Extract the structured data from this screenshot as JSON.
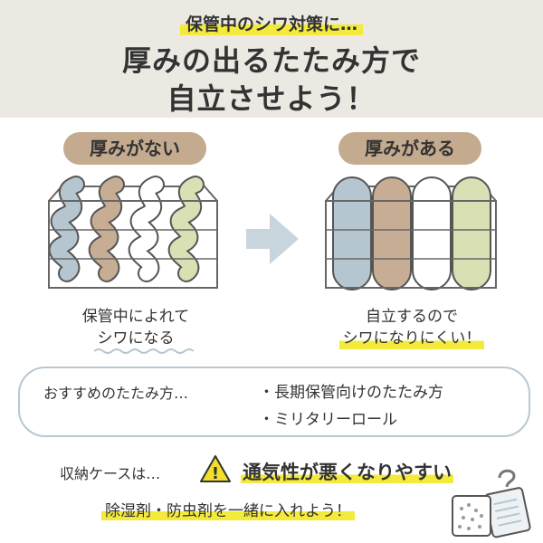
{
  "header": {
    "subtitle": "保管中のシワ対策に…",
    "title_line1": "厚みの出るたたみ方で",
    "title_line2": "自立させよう！"
  },
  "left_panel": {
    "label": "厚みがない",
    "caption_line1": "保管中によれて",
    "caption_line2": "シワになる"
  },
  "right_panel": {
    "label": "厚みがある",
    "caption_line1": "自立するので",
    "caption_line2": "シワになりにくい！"
  },
  "recommendation": {
    "lead": "おすすめのたたみ方…",
    "item1": "・長期保管向けのたたみ方",
    "item2": "・ミリタリーロール"
  },
  "storage_note": {
    "prefix": "収納ケースは…",
    "warning": "通気性が悪くなりやすい",
    "advice": "除湿剤・防虫剤を一緒に入れよう！",
    "warning_glyph": "!"
  },
  "icons": {
    "arrow": "arrow-right-icon",
    "warning": "warning-triangle-icon",
    "desiccant": "desiccant-pack-icon"
  },
  "colors": {
    "header_bg": "#ece9e3",
    "label_pill": "#c4ab8f",
    "highlight": "#f3ea3b",
    "cloth_blue": "#b6c6d0",
    "cloth_beige": "#c7ad93",
    "cloth_white": "#ffffff",
    "cloth_green": "#d8e0b4",
    "box_border": "#b8c8d0",
    "arrow": "#c9d5dc"
  }
}
